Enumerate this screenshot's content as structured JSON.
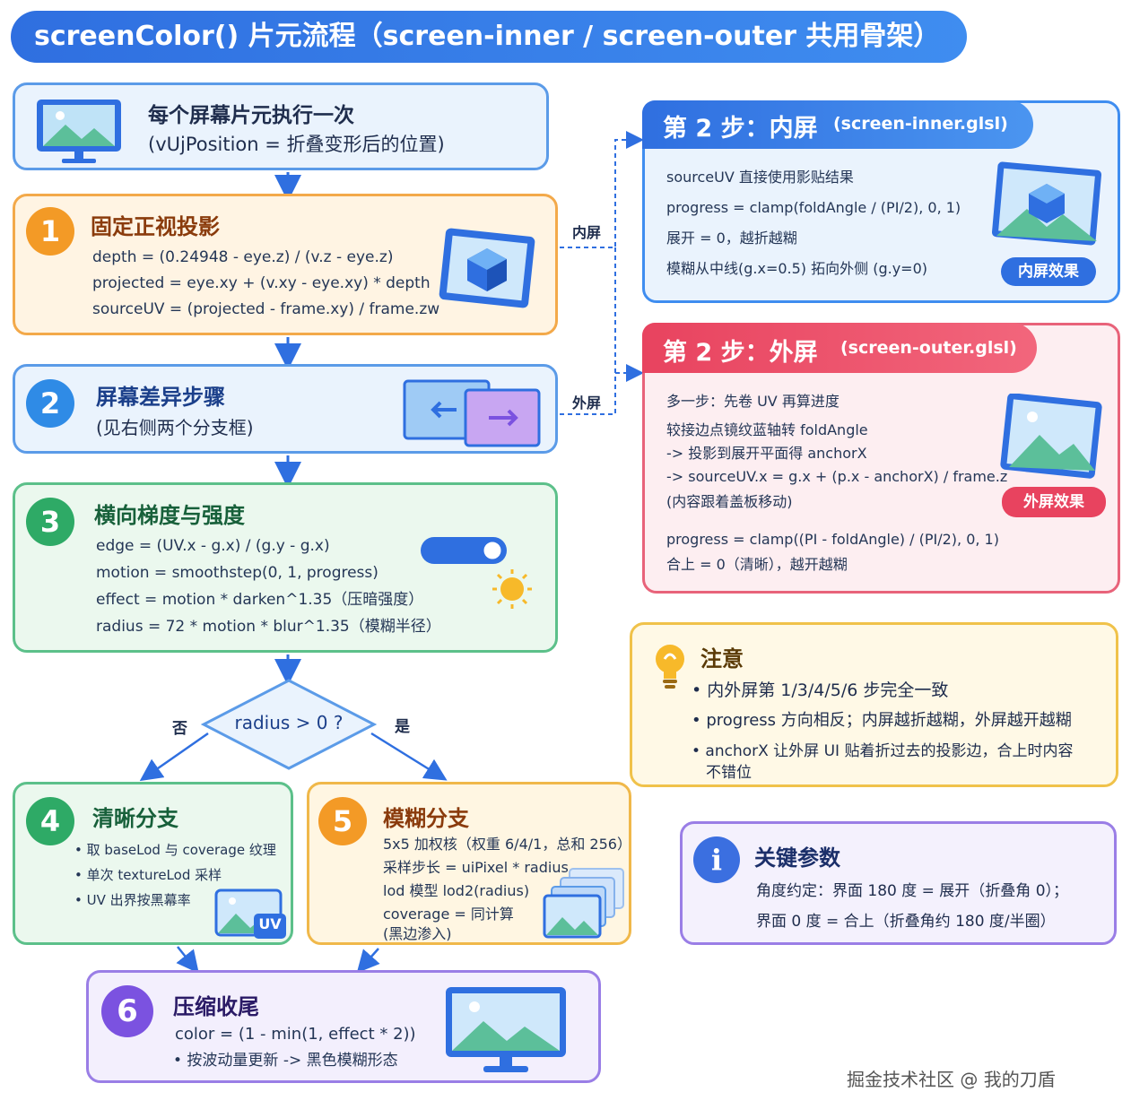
{
  "title": "screenColor() 片元流程（screen-inner / screen-outer 共用骨架）",
  "intro": {
    "line1": "每个屏幕片元执行一次",
    "line2": "(vUjPosition = 折叠变形后的位置)"
  },
  "step1": {
    "num": "1",
    "title": "固定正视投影",
    "lines": [
      "depth  =  (0.24948 - eye.z) / (v.z - eye.z)",
      "projected  =  eye.xy + (v.xy - eye.xy) * depth",
      "sourceUV  =  (projected - frame.xy) / frame.zw"
    ]
  },
  "step2": {
    "num": "2",
    "title": "屏幕差异步骤",
    "subtitle": "(见右侧两个分支框)"
  },
  "step3": {
    "num": "3",
    "title": "横向梯度与强度",
    "lines": [
      "edge  =  (UV.x - g.x) / (g.y - g.x)",
      "motion  =  smoothstep(0, 1, progress)",
      "effect  =  motion * darken^1.35（压暗强度）",
      "radius  =  72 * motion * blur^1.35（模糊半径）"
    ]
  },
  "decision": {
    "text": "radius > 0 ?",
    "no": "否",
    "yes": "是"
  },
  "step4": {
    "num": "4",
    "title": "清晰分支",
    "items": [
      "• 取 baseLod 与 coverage 纹理",
      "• 单次 textureLod 采样",
      "• UV 出界按黑幕率"
    ],
    "icon_label": "UV"
  },
  "step5": {
    "num": "5",
    "title": "模糊分支",
    "lines": [
      "5x5 加权核（权重 6/4/1，总和 256）",
      "采样步长 = uiPixel * radius",
      "lod 模型 lod2(radius)",
      "coverage = 同计算",
      "(黑边渗入)"
    ]
  },
  "step6": {
    "num": "6",
    "title": "压缩收尾",
    "lines": [
      "color  =  (1 - min(1, effect * 2))",
      "• 按波动量更新 -> 黑色模糊形态"
    ]
  },
  "branch_labels": {
    "inner": "内屏",
    "outer": "外屏"
  },
  "inner": {
    "title": "第 2 步：内屏",
    "file": "(screen-inner.glsl)",
    "lines": [
      "sourceUV 直接使用影贴结果",
      "progress = clamp(foldAngle / (PI/2), 0, 1)",
      "展开 = 0，越折越糊",
      "模糊从中线(g.x=0.5) 拓向外侧 (g.y=0)"
    ],
    "badge": "内屏效果"
  },
  "outer": {
    "title": "第 2 步：外屏",
    "file": "(screen-outer.glsl)",
    "lines": [
      "多一步：先卷 UV 再算进度",
      "较接边点镜纹蓝轴转 foldAngle",
      "-> 投影到展开平面得 anchorX",
      "-> sourceUV.x = g.x + (p.x - anchorX) / frame.z",
      "(内容跟着盖板移动)"
    ],
    "lines2": [
      "progress = clamp((PI - foldAngle) / (PI/2), 0, 1)",
      "合上 = 0（清晰），越开越糊"
    ],
    "badge": "外屏效果"
  },
  "note": {
    "title": "注意",
    "items": [
      "• 内外屏第 1/3/4/5/6 步完全一致",
      "• progress 方向相反；内屏越折越糊，外屏越开越糊",
      "• anchorX 让外屏 UI 贴着折过去的投影边，合上时内容",
      "不错位"
    ]
  },
  "params": {
    "icon": "i",
    "title": "关键参数",
    "lines": [
      "角度约定：界面 180 度 = 展开（折叠角 0）；",
      "界面 0 度 = 合上（折叠角约 180 度/半圈）"
    ]
  },
  "watermark": "掘金技术社区 @ 我的刀盾",
  "colors": {
    "blue": "#2f6fe0",
    "orange": "#f39a26",
    "green": "#2eaa66",
    "pink": "#e84a63",
    "purple": "#7b52e0"
  }
}
